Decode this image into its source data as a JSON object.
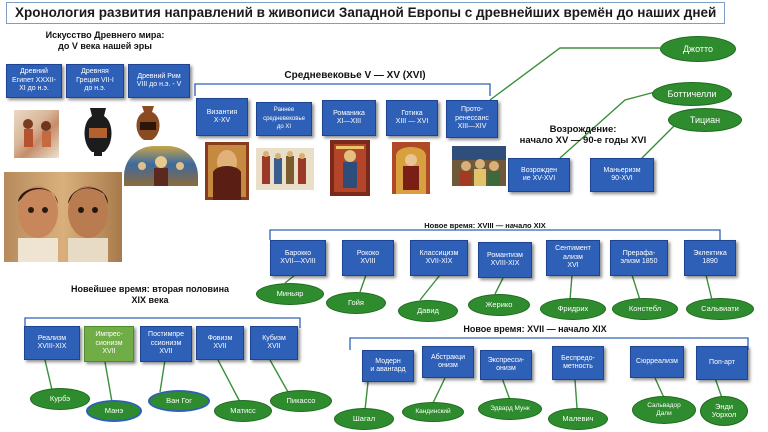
{
  "title": "Хронология развития направлений в живописи Западной Европы с древнейших времён до наших дней",
  "headings": {
    "ancient": "Искусство Древнего мира:\nдо V века нашей эры",
    "medieval": "Средневековье V — XV (XVI)",
    "renaissance": "Возрождение:\nначало XV — 90-е годы XVI",
    "new_time_xviii": "Новое время: XVIII — начало XIX",
    "newest_time": "Новейшее время: вторая половина\nXIX века",
    "new_time_xvii": "Новое время: XVII — начало XIX"
  },
  "periods": {
    "egypt": "Древний\nЕгипет XXXII-\nXI до н.э.",
    "greece": "Древняя\nГреция VII-I\nдо н.э.",
    "rome": "Древний Рим\nVIII до н.э. - V",
    "byzantium": "Византия\nX-XV",
    "early": "Раннее\nсредневековье\nдо XI",
    "romanesque": "Романика\nXI—XIII",
    "gothic": "Готика\nXIII — XVI",
    "proto": "Прото-\nренессанс\nXIII—XIV",
    "renaissance": "Возрожден\nие XV-XVI",
    "mannerism": "Маньеризм\n90-XVI",
    "baroque": "Барокко\nXVII—XVIII",
    "rococo": "Рококо\nXVIII",
    "classicism": "Классицизм\nXVII-XIX",
    "romanticism": "Романтизм\nXVIII-XIX",
    "sentimentalism": "Сентимент\nализм\nXVI",
    "prerapha": "Прерафа-\nэлизм 1850",
    "eclectic": "Эклектика\n1890",
    "realism": "Реализм\nXVIII-XIX",
    "impressionism": "Импрес-\nсионизм\nXVII",
    "postimpressionism": "Постимпре\nссионизм\nXVII",
    "fauvism": "Фовизм\nXVII",
    "cubism": "Кубизм\nXVII",
    "modern": "Модерн\nи авангард",
    "abstractionism": "Абстракци\nонизм",
    "expressionism": "Экспресси-\nонизм",
    "nonobjective": "Беспредо-\nметность",
    "surrealism": "Сюрреализм",
    "popart": "Поп-арт"
  },
  "artists": {
    "giotto": "Джотто",
    "botticelli": "Боттичелли",
    "titian": "Тициан",
    "minyar": "Миньяр",
    "goya": "Гойя",
    "david": "Давид",
    "gericault": "Жерико",
    "friedrich": "Фридрих",
    "constable": "Констебл",
    "salviati": "Сальвиати",
    "courbet": "Курбэ",
    "manet": "Манэ",
    "vangogh": "Ван Гог",
    "matisse": "Матисс",
    "picasso": "Пикассо",
    "chagall": "Шагал",
    "kandinsky": "Кандинский",
    "munch": "Эдвард Мунк",
    "malevich": "Малевич",
    "dali": "Сальвадор\nДали",
    "warhol": "Энди\nУорхол"
  },
  "colors": {
    "period_blue": "#2f60b8",
    "period_green": "#70ad47",
    "artist_green": "#2e8b2e",
    "connector_green": "#3a8f3a"
  }
}
